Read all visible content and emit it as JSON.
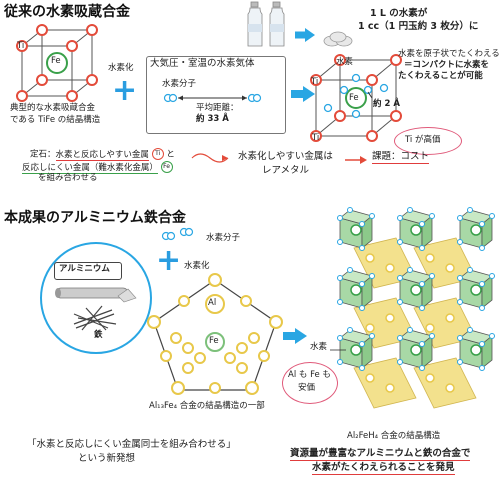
{
  "section1": {
    "title": "従来の水素吸蔵合金",
    "tife_caption": [
      "典型的な水素吸蔵合金",
      "である TiFe の結晶構造"
    ],
    "ti_label": "Ti",
    "fe_label": "Fe",
    "hydride_label": "水素化",
    "gas_box_title": "大気圧・室温の水素気体",
    "h2_label": "水素分子",
    "avg_distance_label": "平均距離：",
    "avg_distance_value": "約 33 Å",
    "bottle_note_line1": "1 L の水素が",
    "bottle_note_line2": "1 cc（1 円玉約 3 枚分）に",
    "compact_note": [
      "水素を原子状でたくわえる",
      "＝コンパクトに水素を",
      "たくわえることが可能"
    ],
    "hydrogen_label": "水素",
    "approx_distance": "約 2 Å",
    "ti_expensive": "Ti が高価",
    "definition_prefix": "定石：",
    "definition_line1a": "水素と反応しやすい金属",
    "definition_line1b": "と",
    "definition_line2a": "反応しにくい金属（難水素化金属）",
    "definition_line3": "を組み合わせる",
    "rare_metal_line1": "水素化しやすい金属は",
    "rare_metal_line2": "レアメタル",
    "issue_label": "課題：コスト"
  },
  "section2": {
    "title": "本成果のアルミニウム鉄合金",
    "aluminum_label": "アルミニウム",
    "iron_label": "鉄",
    "h2_label": "水素分子",
    "hydride_label": "水素化",
    "al_label": "Al",
    "fe_label": "Fe",
    "al13fe4_caption": "Al₁₃Fe₄ 合金の結晶構造の一部",
    "hydrogen_label": "水素",
    "cheap_note_line1": "Al も Fe も",
    "cheap_note_line2": "安価",
    "alfeh_caption": "Al₂FeH₄ 合金の結晶構造",
    "idea_line1": "「水素と反応しにくい金属同士を組み合わせる」",
    "idea_line2": "という新発想",
    "result_line1": "資源量が豊富なアルミニウムと鉄の合金で",
    "result_line2": "水素がたくわえられることを発見"
  },
  "colors": {
    "accent_blue": "#29a6e3",
    "plus_blue": "#2a9de0",
    "atom_red": "#e34b3a",
    "al_yellow": "#e8c84a",
    "fe_green": "#7cc07a",
    "underline_red": "#e03c3c"
  },
  "icons": [
    "arrow-right-icon",
    "plus-icon",
    "water-bottle-icon",
    "coin-icon",
    "aluminum-foil-icon",
    "iron-wire-icon",
    "magnifier-bubble-icon"
  ]
}
